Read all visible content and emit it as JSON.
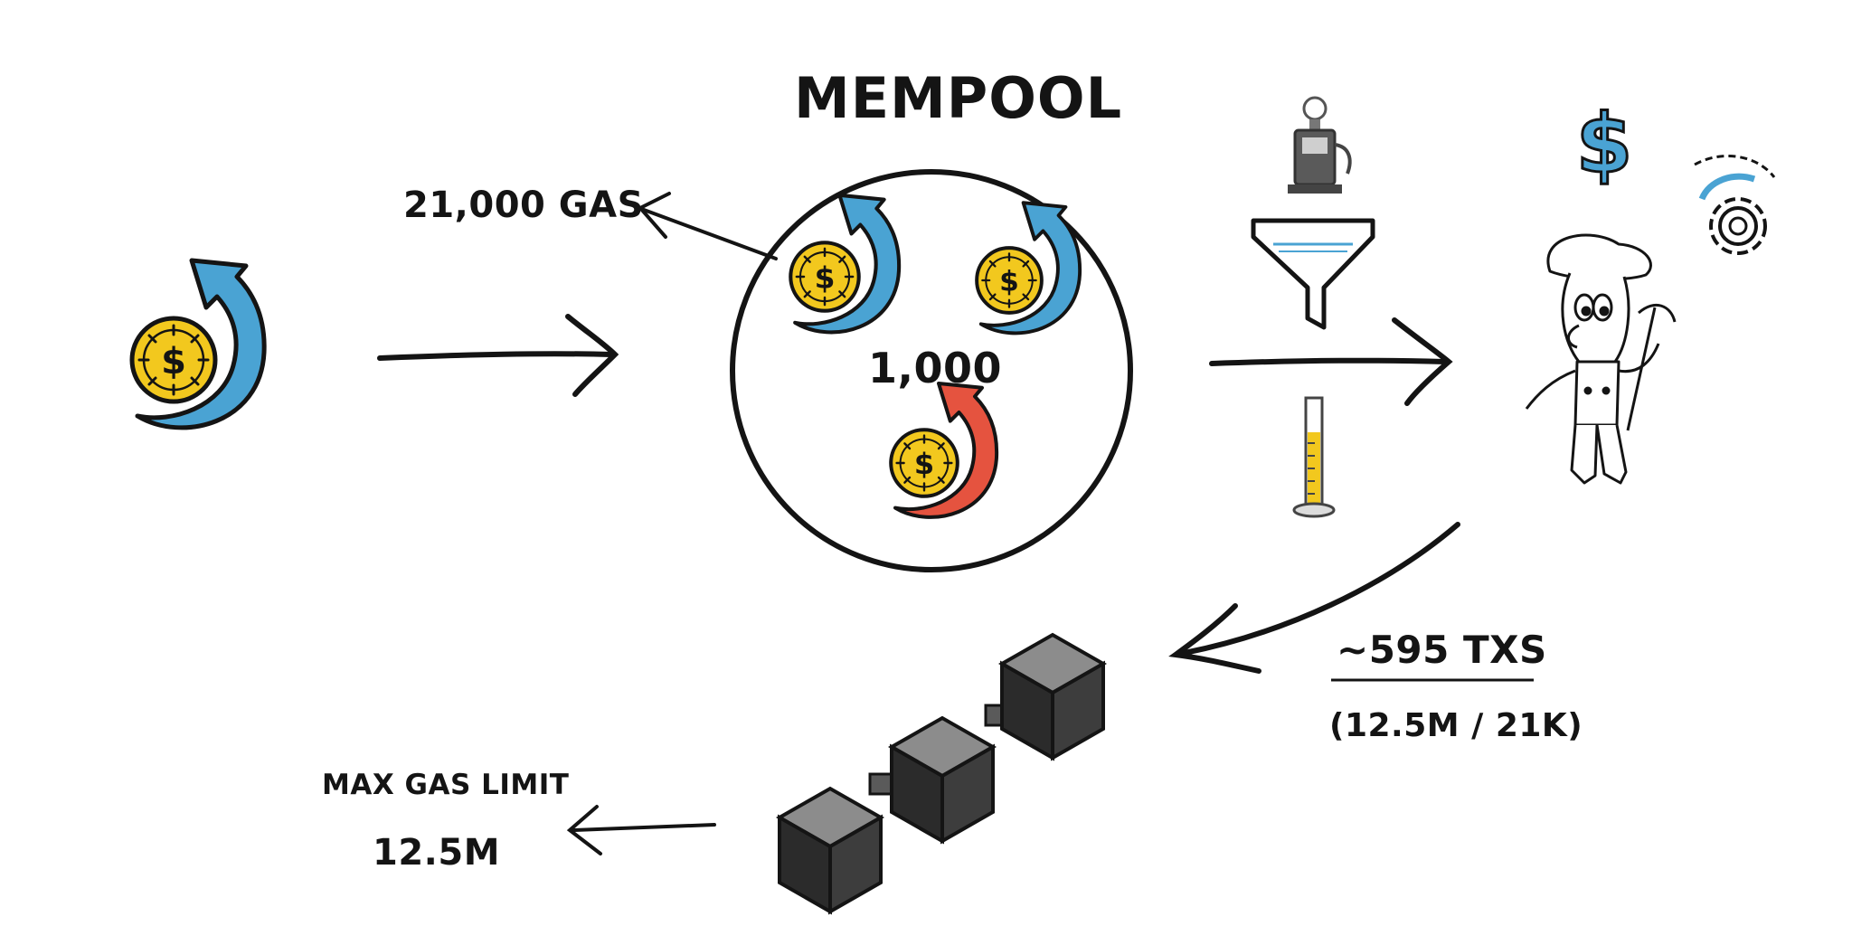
{
  "labels": {
    "title": "MEMPOOL",
    "gas_per_tx": "21,000 GAS",
    "tx_count": "1,000",
    "txs_per_block": "~595 TXS",
    "calc": "(12.5M / 21K)",
    "max_gas_label": "MAX GAS LIMIT",
    "max_gas_value": "12.5M"
  },
  "icons": {
    "transaction": "coin-with-circular-arrow-icon",
    "pending_tx": "coin-with-red-circular-arrow-icon",
    "gas_pump": "gas-pump-icon",
    "filter": "funnel-icon",
    "measure": "measuring-cylinder-icon",
    "miner": "miner-character-icon",
    "dollar": "dollar-sign-icon",
    "gear": "gear-icon",
    "blockchain": "blockchain-blocks-icon"
  },
  "colors": {
    "ink": "#141414",
    "coin_yellow": "#f2c81e",
    "arrow_blue": "#4aa3d3",
    "arrow_red": "#e5533f",
    "block_dark": "#2b2b2b",
    "block_top": "#8c8c8c"
  }
}
